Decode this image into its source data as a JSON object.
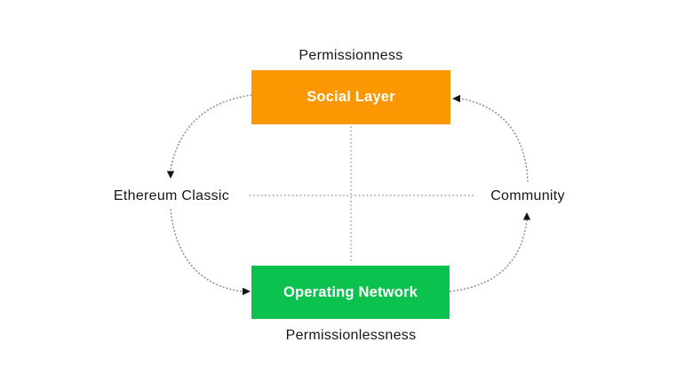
{
  "diagram": {
    "title_top": "Permissionness",
    "title_bottom": "Permissionlessness",
    "node_left": "Ethereum Classic",
    "node_right": "Community",
    "box_top": {
      "label": "Social Layer"
    },
    "box_bottom": {
      "label": "Operating Network"
    },
    "colors": {
      "background": "#FFFFFF",
      "box_top_bg": "#FA9701",
      "box_bottom_bg": "#0CC24E",
      "box_text": "#FFFFFF",
      "label_text": "#161616",
      "dotted_line": "#8E8E8E",
      "arrowhead": "#141414"
    }
  }
}
